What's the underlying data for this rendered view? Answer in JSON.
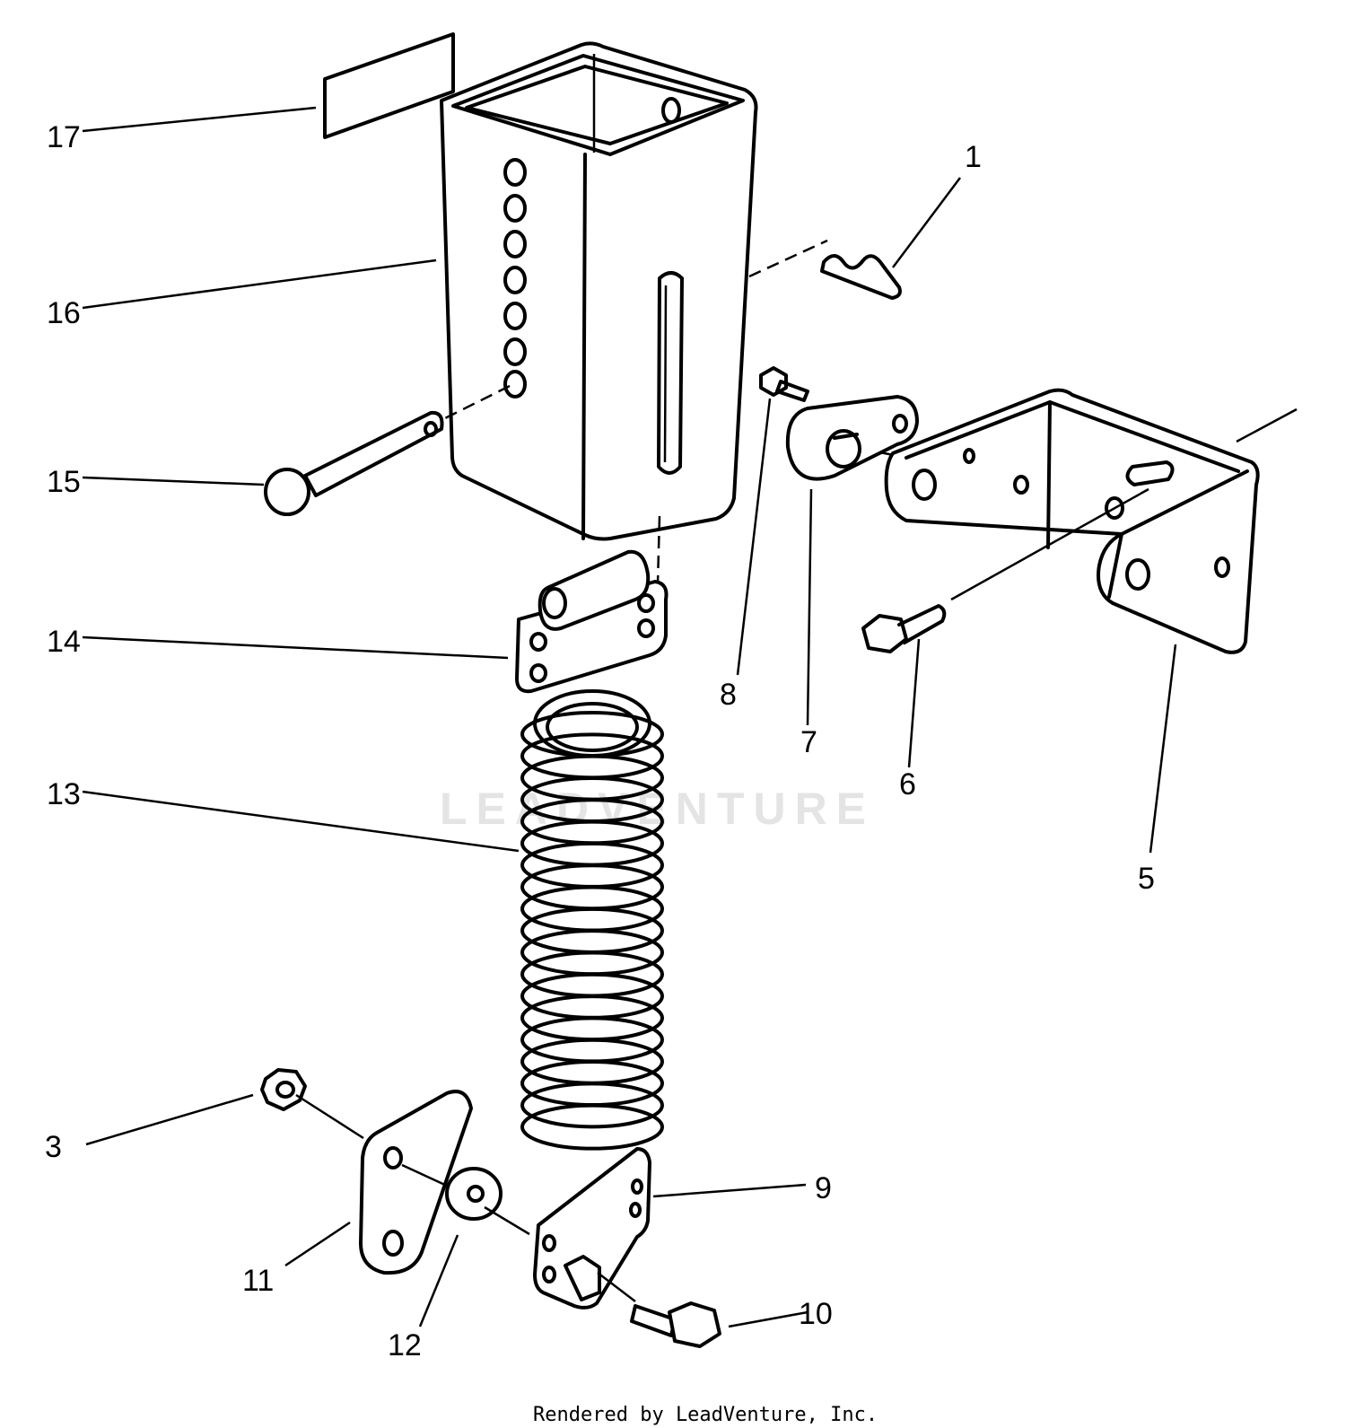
{
  "diagram": {
    "callouts": [
      {
        "id": "1",
        "label": "1"
      },
      {
        "id": "3",
        "label": "3"
      },
      {
        "id": "5",
        "label": "5"
      },
      {
        "id": "6",
        "label": "6"
      },
      {
        "id": "7",
        "label": "7"
      },
      {
        "id": "8",
        "label": "8"
      },
      {
        "id": "9",
        "label": "9"
      },
      {
        "id": "10",
        "label": "10"
      },
      {
        "id": "11",
        "label": "11"
      },
      {
        "id": "12",
        "label": "12"
      },
      {
        "id": "13",
        "label": "13"
      },
      {
        "id": "14",
        "label": "14"
      },
      {
        "id": "15",
        "label": "15"
      },
      {
        "id": "16",
        "label": "16"
      },
      {
        "id": "17",
        "label": "17"
      }
    ],
    "watermark": "LEADVENTURE",
    "credit": "Rendered by LeadVenture, Inc."
  }
}
